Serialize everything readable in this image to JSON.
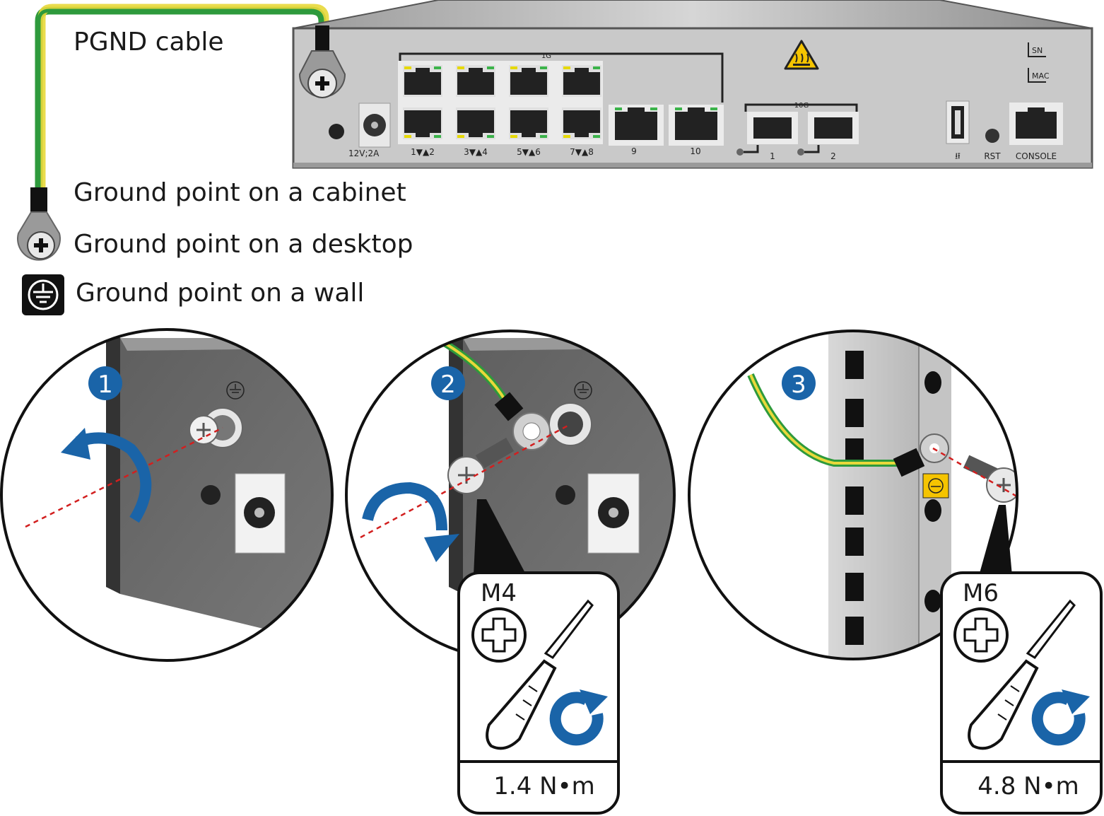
{
  "legend": {
    "cable": "PGND cable",
    "cabinet": "Ground point on a cabinet",
    "desktop": "Ground point on a desktop",
    "wall": "Ground point on a wall"
  },
  "device": {
    "power": "12V;2A",
    "group_1g": "1G",
    "group_10g": "10G",
    "port_pairs": [
      "1▼▲2",
      "3▼▲4",
      "5▼▲6",
      "7▼▲8"
    ],
    "port_9": "9",
    "port_10": "10",
    "sfp_1": "1",
    "sfp_2": "2",
    "sn": "SN",
    "mac": "MAC",
    "rst": "RST",
    "console": "CONSOLE"
  },
  "steps": {
    "step1": "1",
    "step2": "2",
    "step3": "3"
  },
  "torque": {
    "m4_size": "M4",
    "m4_value": "1.4 N•m",
    "m6_size": "M6",
    "m6_value": "4.8 N•m"
  },
  "colors": {
    "cable_green": "#2e9a3c",
    "cable_yellow": "#e8d83a",
    "step_blue": "#1a64a8",
    "warning_yellow": "#f5c400"
  }
}
